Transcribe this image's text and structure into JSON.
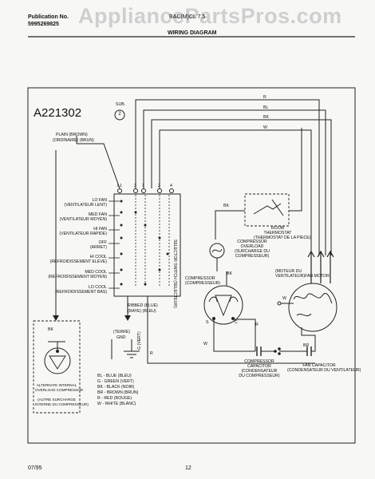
{
  "header": {
    "publication_label": "Publication No.",
    "publication_number": "5995269825",
    "model_text": "BAC(M)CL 7.5",
    "section_title": "WIRING DIAGRAM",
    "watermark": "AppliancePartsPros.com"
  },
  "diagram": {
    "id": "A221302",
    "sub_label": "SUB.",
    "sub_number": "2",
    "plain_label": "PLAIN   (BROWN)",
    "plain_label_fr": "(ORDINAIRE)  (BRUN)",
    "wire_labels": [
      "R",
      "BL",
      "BK",
      "W"
    ],
    "terminals": [
      "L1",
      "3",
      "1",
      "2",
      "4"
    ],
    "switch_label": "SELECTOR SWITCH",
    "switch_label_fr": "(SELECTEUR)",
    "switch_positions": [
      {
        "en": "LO FAN",
        "fr": "(VENTILATEUR LENT)"
      },
      {
        "en": "MED FAN",
        "fr": "(VENTILATEUR MOYEN)"
      },
      {
        "en": "HI FAN",
        "fr": "(VENTILATEUR RAPIDE)"
      },
      {
        "en": "OFF",
        "fr": "(ARRET)"
      },
      {
        "en": "HI COOL",
        "fr": "(REFROIDISSEMENT ELEVE)"
      },
      {
        "en": "MED COOL",
        "fr": "(REFROIDISSEMENT MOYEN)"
      },
      {
        "en": "LO COOL",
        "fr": "(REFROIDISSEMENT BAS)"
      }
    ],
    "ribbed_label": "RIBBED   (BLUE)",
    "ribbed_label_fr": "(RAYE)     (BLEU)",
    "ground_label": "(TERRE)",
    "ground_label_en": "GND",
    "ground_wire": "G (VERT)",
    "thermostat": {
      "en": "ROOM",
      "en2": "THERMOSTAT",
      "fr": "(THERMOSTAT DE LA PIECE)"
    },
    "overload": {
      "en": "COMPRESSOR",
      "en2": "OVERLOAD",
      "fr": "(SURCHARGE DU",
      "fr2": "COMPRESSEUR)"
    },
    "compressor": {
      "en": "COMPRESSOR",
      "fr": "(COMPRESSEUR)"
    },
    "fan_motor": {
      "fr": "(MOTEUR DU",
      "fr2": "VENTILATEUR)",
      "en": "FAN MOTOR"
    },
    "comp_capacitor": {
      "en": "COMPRESSOR",
      "en2": "CAPACITOR",
      "fr": "(CONDENSATEUR",
      "fr2": "DU COMPRESSEUR)"
    },
    "fan_capacitor": {
      "en": "FAN CAPACITOR",
      "fr": "(CONDENSATEUR DU VENTILATEUR)"
    },
    "alt_overload": {
      "en": "ALTERNATE INTERNAL",
      "en2": "OVERLOAD COMPRESSOR",
      "fr": "(AUTRE SURCHARGE",
      "fr2": "INTERNE DU COMPRESSEUR)"
    },
    "legend": [
      "BL - BLUE (BLEU)",
      "G - GREEN (VERT)",
      "BK - BLACK (NOIR)",
      "BR - BROWN (BRUN)",
      "R - RED (ROUGE)",
      "W - WHITE (BLANC)"
    ],
    "node_labels": {
      "bk": "BK",
      "w": "W",
      "r": "R",
      "br": "BR",
      "s": "S",
      "c": "C"
    }
  },
  "footer": {
    "date": "07/95",
    "page": "12"
  }
}
